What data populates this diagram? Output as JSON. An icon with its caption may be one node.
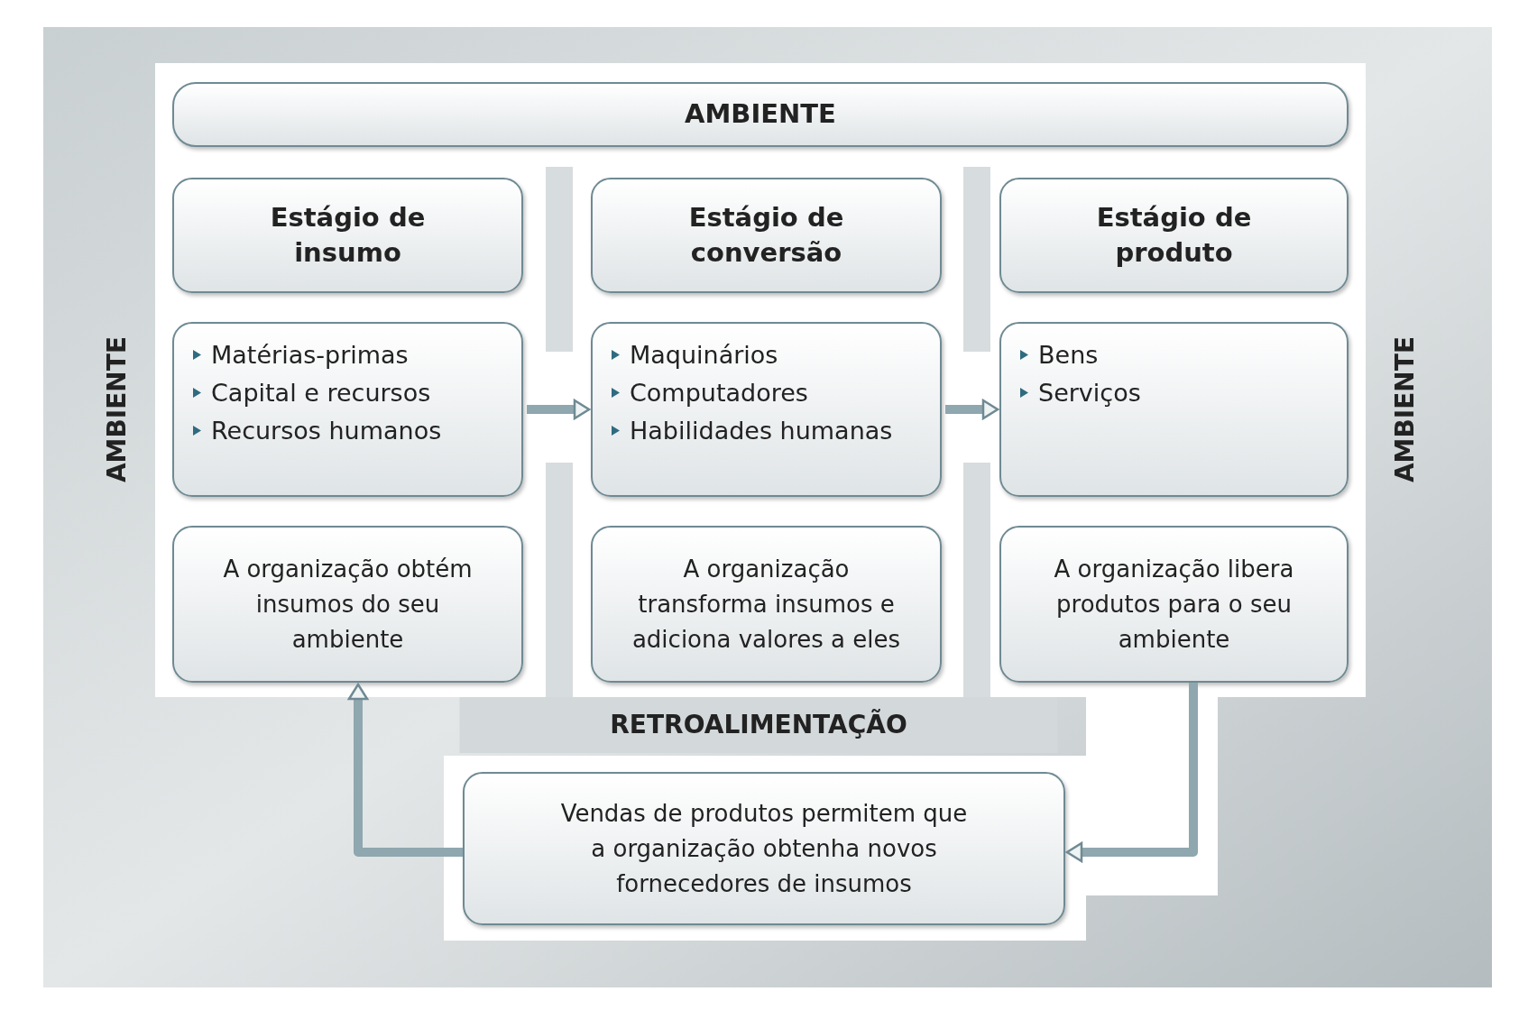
{
  "diagram": {
    "nodes": [
      {
        "text": [
          "AMBIENTE"
        ]
      },
      {
        "text": [
          "Estágio de insumo"
        ]
      },
      {
        "text": [
          "Estágio de conversão"
        ]
      },
      {
        "text": [
          "Estágio de produto"
        ]
      },
      {
        "text": [
          "Matérias-primas",
          "Capital e recursos",
          "Recursos humanos"
        ]
      },
      {
        "text": [
          "Maquinários",
          "Computadores",
          "Habilidades humanas"
        ]
      },
      {
        "text": [
          "Bens",
          "Serviços"
        ]
      },
      {
        "text": [
          "A organização obtém insumos do seu ambiente"
        ]
      },
      {
        "text": [
          "A organização transforma insumos e adiciona valores a eles"
        ]
      },
      {
        "text": [
          "A organização libera produtos para o seu ambiente"
        ]
      },
      {
        "text": [
          "Vendas de produtos permitem que a organização obtenha novos fornecedores de insumos"
        ]
      }
    ],
    "edges": [
      {
        "from": 4,
        "to": 5,
        "arrow": "to"
      },
      {
        "from": 5,
        "to": 6,
        "arrow": "to"
      },
      {
        "from": 9,
        "to": 10,
        "arrow": "to"
      },
      {
        "from": 10,
        "to": 7,
        "arrow": "to"
      }
    ],
    "labels": [
      "AMBIENTE",
      "AMBIENTE",
      "RETROALIMENTAÇÃO"
    ]
  }
}
